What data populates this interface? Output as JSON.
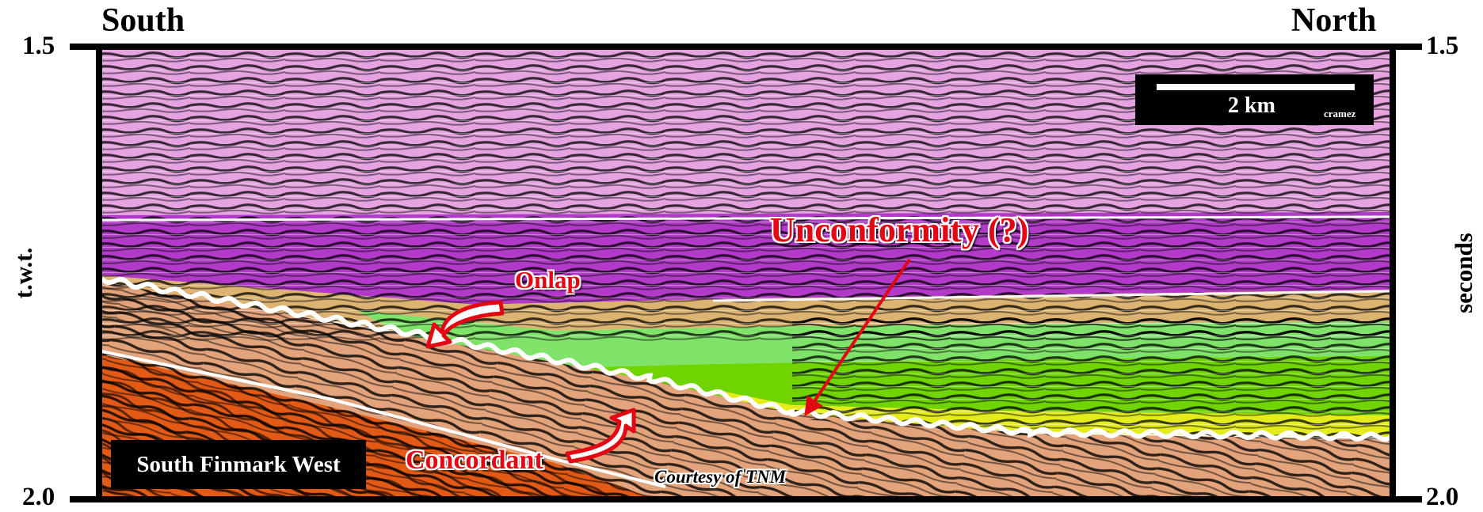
{
  "header": {
    "left_direction": "South",
    "right_direction": "North"
  },
  "axis": {
    "left_title": "t.w.t.",
    "right_title": "seconds",
    "top_tick": "1.5",
    "bottom_tick": "2.0"
  },
  "scale_bar": {
    "label": "2 km",
    "author": "cramez"
  },
  "location_label": "South Finmark West",
  "annotations": {
    "unconformity": "Unconformity (?)",
    "onlap": "Onlap",
    "concordant": "Concordant"
  },
  "credit": "Courtesy of TNM",
  "colors": {
    "upper_pink": "#e5a3df",
    "magenta": "#b13ac8",
    "tan": "#ddb372",
    "light_green": "#7fe36a",
    "bright_green": "#6fd400",
    "yellow": "#e4ec1c",
    "peach": "#e3a47c",
    "orange": "#e35a16",
    "annotation_red": "#e30613"
  }
}
